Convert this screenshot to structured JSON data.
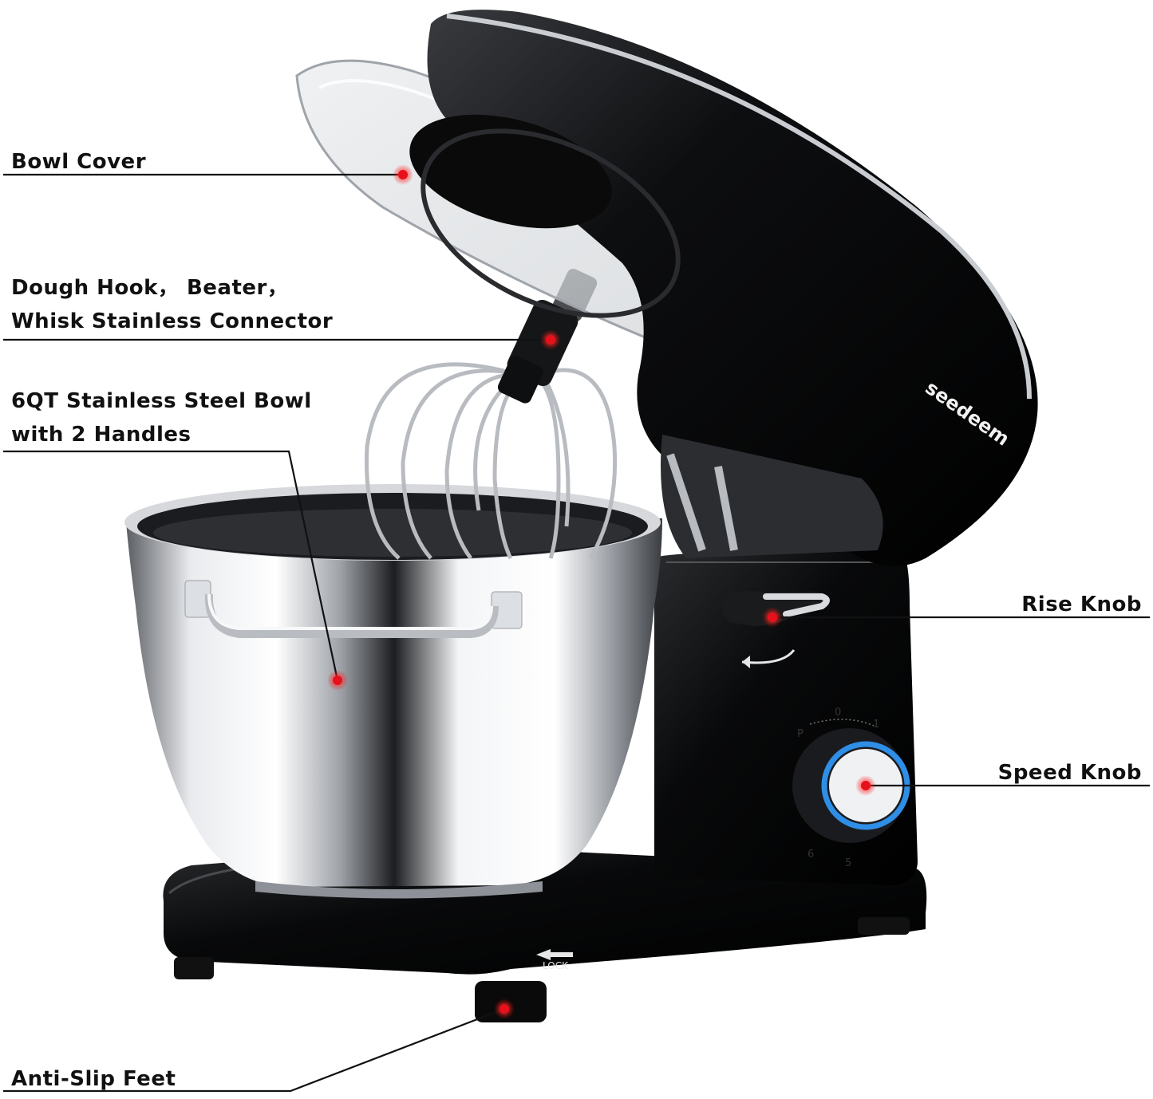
{
  "brand": "seedeem",
  "base_lock_label": "LOCK",
  "dial_numbers": [
    "0",
    "1",
    "P",
    "5",
    "6"
  ],
  "callouts": {
    "bowl_cover": "Bowl Cover",
    "connector_line1": "Dough Hook， Beater，",
    "connector_line2": "Whisk Stainless Connector",
    "bowl_line1": "6QT Stainless Steel Bowl",
    "bowl_line2": "with 2 Handles",
    "rise_knob": "Rise Knob",
    "speed_knob": "Speed Knob",
    "anti_slip": "Anti-Slip Feet"
  },
  "colors": {
    "body": "#0b0b0c",
    "steel": "#c9ccd1",
    "hotspot": "#e8101a",
    "dial_ring": "#2f8ee6"
  }
}
